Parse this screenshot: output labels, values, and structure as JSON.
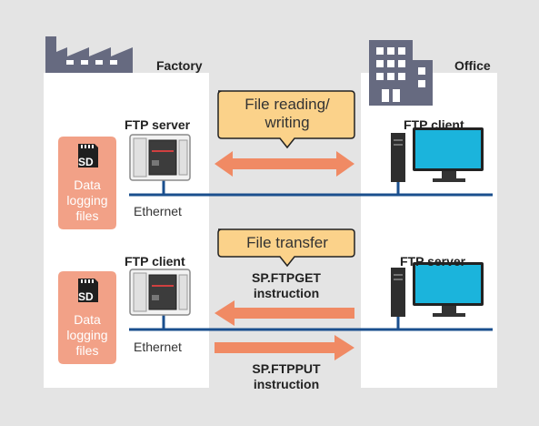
{
  "sites": {
    "factory": "Factory",
    "office": "Office"
  },
  "top": {
    "server_label": "FTP server",
    "client_label": "FTP client",
    "network": "Ethernet",
    "sd_lines": [
      "Data",
      "logging",
      "files"
    ],
    "callout_lines": [
      "File reading/",
      "writing"
    ]
  },
  "bottom": {
    "client_label": "FTP client",
    "server_label": "FTP server",
    "network": "Ethernet",
    "sd_lines": [
      "Data",
      "logging",
      "files"
    ],
    "callout": "File transfer",
    "get_instruction": [
      "SP.FTPGET",
      "instruction"
    ],
    "put_instruction": [
      "SP.FTPPUT",
      "instruction"
    ]
  },
  "sd_card_text": "SD",
  "colors": {
    "background": "#e4e4e4",
    "panel": "#ffffff",
    "building": "#666a80",
    "network": "#1a4f8e",
    "arrow": "#f08a64",
    "sd": "#f2a187",
    "callout": "#fbd28a",
    "monitor": "#1bb4dc"
  }
}
